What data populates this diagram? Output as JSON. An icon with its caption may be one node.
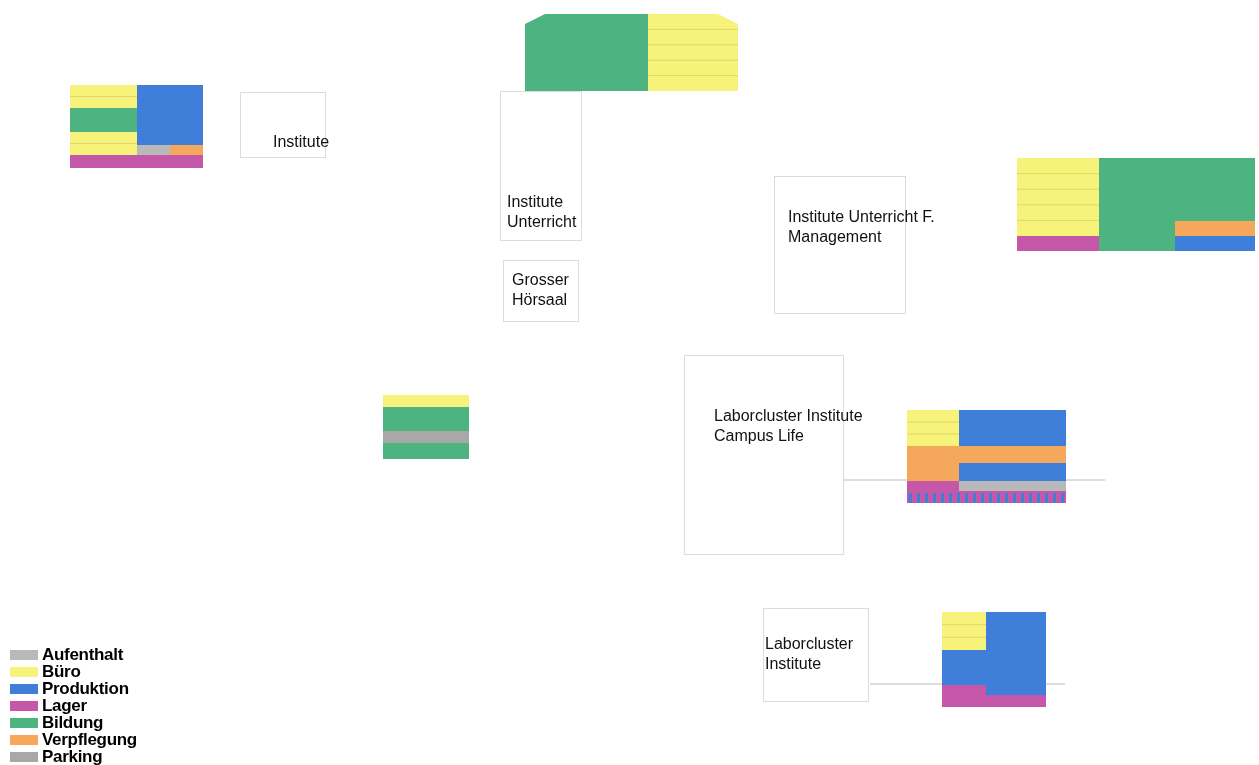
{
  "diagram": {
    "nodes": [
      {
        "text": [
          "Institute"
        ]
      },
      {
        "text": [
          "Institute Unterricht"
        ]
      },
      {
        "text": [
          "Grosser Hörsaal"
        ]
      },
      {
        "text": [
          "Institute Unterricht F. Management"
        ]
      },
      {
        "text": [
          "Laborcluster Institute Campus Life"
        ]
      },
      {
        "text": [
          "Laborcluster Institute"
        ]
      }
    ],
    "legend": [
      {
        "text": "Aufenthalt",
        "color": "#b9b9b9"
      },
      {
        "text": "Büro",
        "color": "#f7f27a"
      },
      {
        "text": "Produktion",
        "color": "#3f7fd9"
      },
      {
        "text": "Lager",
        "color": "#c557a8"
      },
      {
        "text": "Bildung",
        "color": "#4db380"
      },
      {
        "text": "Verpflegung",
        "color": "#f5a75c"
      },
      {
        "text": "Parking",
        "color": "#a8a8a8"
      }
    ]
  }
}
